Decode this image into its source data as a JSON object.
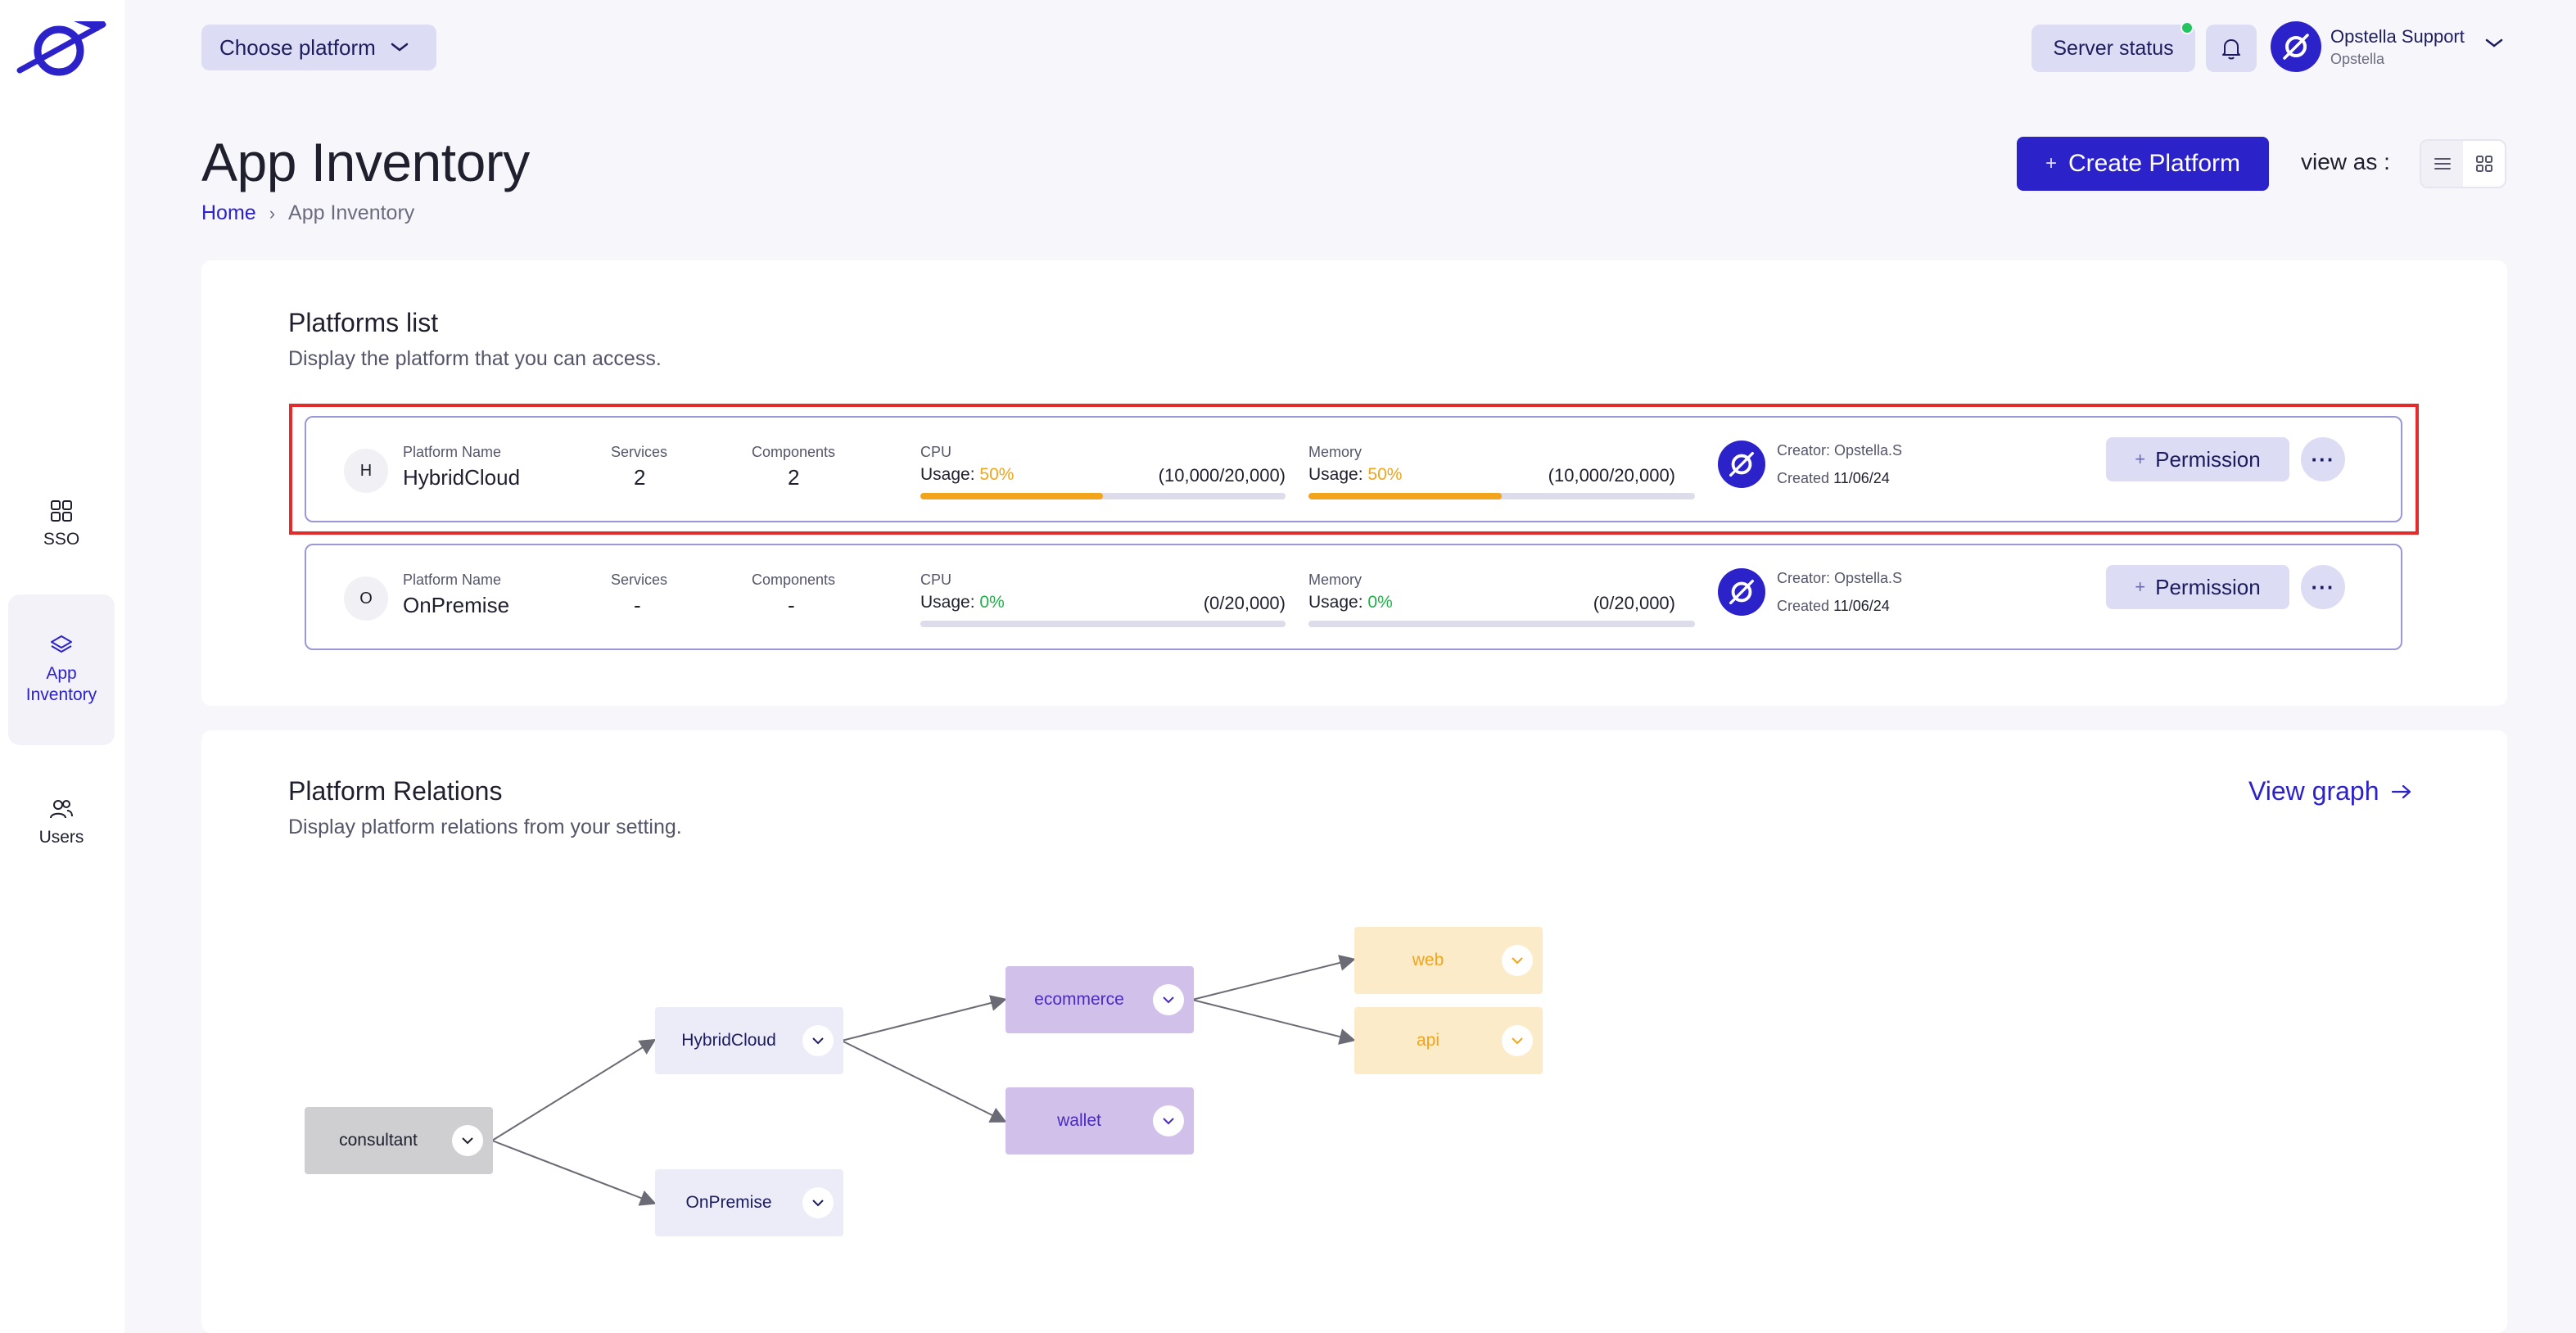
{
  "topbar": {
    "choose_platform": "Choose platform",
    "server_status": "Server status",
    "user_name": "Opstella Support",
    "user_org": "Opstella"
  },
  "sidebar": {
    "items": [
      {
        "label": "SSO",
        "icon": "grid-icon",
        "active": false
      },
      {
        "label": "App Inventory",
        "icon": "layers-icon",
        "active": true
      },
      {
        "label": "Users",
        "icon": "users-icon",
        "active": false
      }
    ]
  },
  "header": {
    "title": "App Inventory",
    "breadcrumb_home": "Home",
    "breadcrumb_current": "App Inventory",
    "create_button": "Create Platform",
    "view_as": "view as :"
  },
  "platforms": {
    "title": "Platforms list",
    "subtitle": "Display the platform that you can access.",
    "labels": {
      "platform_name": "Platform Name",
      "services": "Services",
      "components": "Components",
      "cpu": "CPU",
      "memory": "Memory",
      "usage": "Usage:",
      "permission": "Permission"
    },
    "rows": [
      {
        "initial": "H",
        "name": "HybridCloud",
        "services": "2",
        "components": "2",
        "cpu_pct": "50%",
        "cpu_ratio": "(10,000/20,000)",
        "cpu_fill": 0.5,
        "mem_pct": "50%",
        "mem_ratio": "(10,000/20,000)",
        "mem_fill": 0.5,
        "creator": "Creator: Opstella.S",
        "created_label": "Created",
        "created_date": "11/06/24"
      },
      {
        "initial": "O",
        "name": "OnPremise",
        "services": "-",
        "components": "-",
        "cpu_pct": "0%",
        "cpu_ratio": "(0/20,000)",
        "cpu_fill": 0,
        "mem_pct": "0%",
        "mem_ratio": "(0/20,000)",
        "mem_fill": 0,
        "creator": "Creator: Opstella.S",
        "created_label": "Created",
        "created_date": "11/06/24"
      }
    ]
  },
  "relations": {
    "title": "Platform Relations",
    "subtitle": "Display platform relations from your setting.",
    "view_graph": "View graph",
    "nodes": {
      "consultant": "consultant",
      "hybridcloud": "HybridCloud",
      "onpremise": "OnPremise",
      "ecommerce": "ecommerce",
      "wallet": "wallet",
      "web": "web",
      "api": "api"
    }
  },
  "colors": {
    "accent": "#2c22c9",
    "warning": "#f2a41b",
    "success": "#22b04b",
    "highlight": "#e32b2b"
  }
}
